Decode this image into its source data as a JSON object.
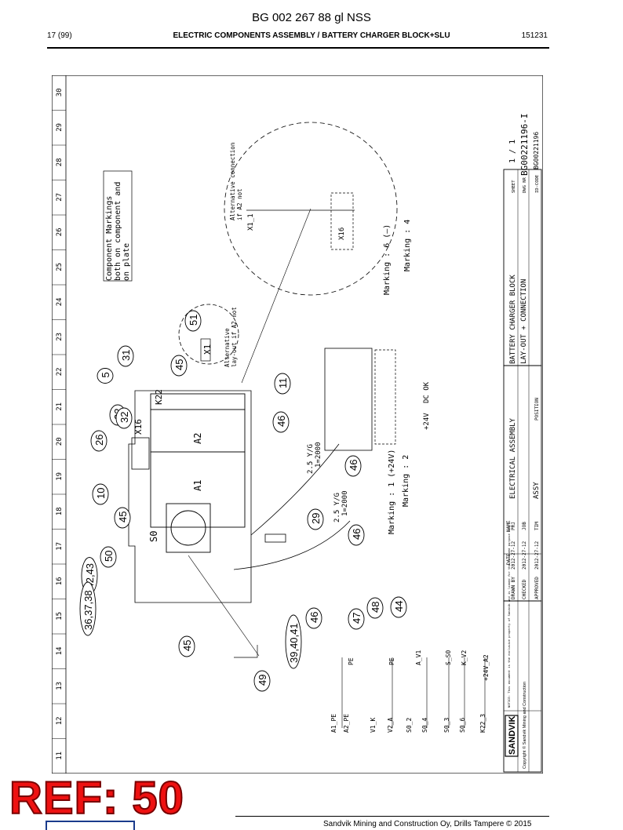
{
  "header": {
    "doc_title": "BG 002 267 88 gl NSS",
    "page": "17 (99)",
    "subtitle": "ELECTRIC COMPONENTS ASSEMBLY / BATTERY CHARGER BLOCK+SLU",
    "date_code": "151231"
  },
  "ref_label": "REF: 50",
  "footer": "Sandvik Mining and Construction Oy, Drills Tampere © 2015",
  "border_numbers": [
    "11",
    "12",
    "13",
    "14",
    "15",
    "16",
    "17",
    "18",
    "19",
    "20",
    "21",
    "22",
    "23",
    "24",
    "25",
    "26",
    "27",
    "28",
    "29",
    "30"
  ],
  "drawing": {
    "component_markings": [
      "Component Markings",
      "both on component and",
      "on plate"
    ],
    "alt_connection_1": [
      "Alternative connection",
      "if A2 not"
    ],
    "alt_connection_2": [
      "Alternative",
      "lay-out if A2 not"
    ],
    "marking_6": "Marking : 6 (–)",
    "marking_4": "Marking : 4",
    "marking_1": "Marking : 1 (+24V)",
    "marking_2": "Marking : 2",
    "dc_ok": "DC OK",
    "plus24v": "+24V",
    "wire_1": [
      "2.5 Y/G",
      "1=2000"
    ],
    "wire_2": [
      "2.5 Y/G",
      "1=2000"
    ],
    "labels": {
      "k22": "K22",
      "x16": "X16",
      "a1": "A1",
      "a2": "A2",
      "s0": "S0",
      "x1": "X1",
      "x11": "X1_1",
      "x16b": "X16"
    },
    "callouts": [
      "5",
      "31",
      "45",
      "51",
      "11",
      "22",
      "32",
      "46",
      "26",
      "10",
      "45",
      "46",
      "29",
      "46",
      "50",
      "42,43",
      "36,37,38",
      "45",
      "39,40,41",
      "46",
      "47",
      "48",
      "44",
      "49"
    ],
    "wire_list": [
      "A1_PE",
      "A2_PE",
      "V1_K",
      "V2_A",
      "S0_2",
      "S0_4",
      "S0_3",
      "S0_6",
      "K22_3"
    ],
    "wire_list_2": [
      "A_V1",
      "S_S0",
      "K_V2",
      "+24V_A2",
      "PE",
      "PE"
    ]
  },
  "title_block": {
    "company": "SANDVIK",
    "copyright": "Copyright © Sandvik Mining and Construction",
    "notice": "NOTICE: This document is the exclusive property of Sandvik and is loaned for the intended purpose only",
    "drawn_by_label": "DRAWN BY",
    "drawn_by_date": "2012-27-12",
    "checked_label": "CHECKED",
    "checked_date": "2012-27-12",
    "approved_label": "APPROVED",
    "approved_date": "2012-27-12",
    "date_label": "DATE",
    "name_label": "NAME",
    "proj_label": "PRJ",
    "job_label": "JOB",
    "tim_label": "TIM",
    "elec_assy": "ELECTRICAL ASSEMBLY",
    "assy": "ASSY",
    "position_label": "POSITION",
    "title_1": "BATTERY CHARGER BLOCK",
    "title_2": "LAY-OUT + CONNECTION",
    "sheet_label": "SHEET",
    "sheet_value": "1 / 1",
    "dwg_label": "DWG NR",
    "dwg_value": "BG00221196-I",
    "idcode_label": "ID-CODE",
    "idcode_value": "BG00221196"
  }
}
